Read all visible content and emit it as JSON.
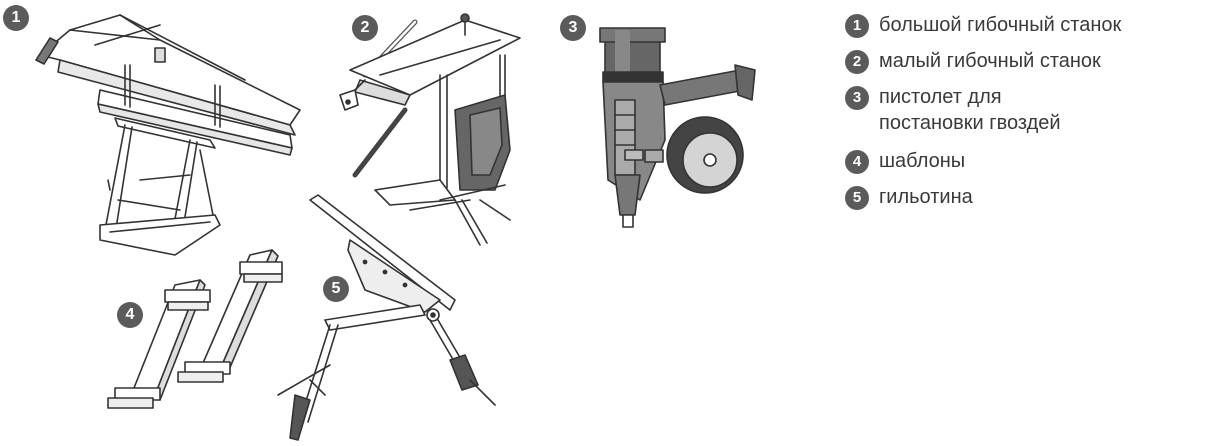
{
  "items": [
    {
      "num": "1",
      "label": "большой гибочный станок"
    },
    {
      "num": "2",
      "label": "малый гибочный станок"
    },
    {
      "num": "3",
      "label": "пистолет для постановки гвоздей"
    },
    {
      "num": "4",
      "label": "шаблоны"
    },
    {
      "num": "5",
      "label": "гильотина"
    }
  ],
  "colors": {
    "badge": "#5b5b5b",
    "text": "#3a3a3a",
    "line": "#333333",
    "tool_dark": "#555555",
    "tool_mid": "#8a8a8a",
    "tool_light": "#d0d0d0"
  }
}
